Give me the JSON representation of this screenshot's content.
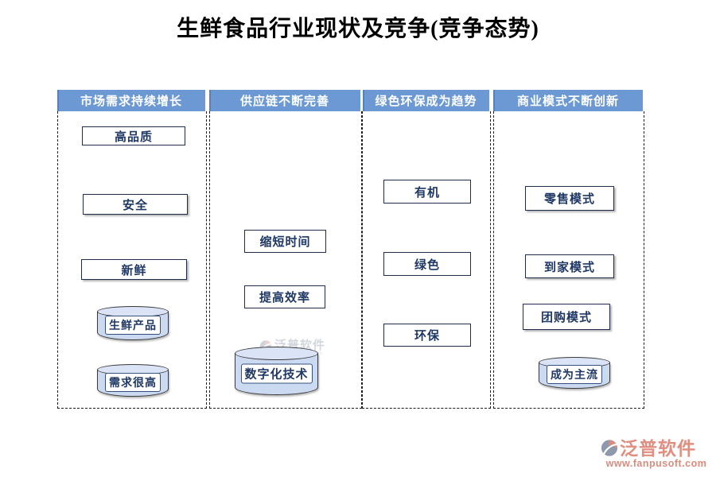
{
  "title": "生鲜食品行业现状及竞争(竞争态势)",
  "columns": [
    {
      "header": "市场需求持续增长",
      "boxes": [
        "高品质",
        "安全",
        "新鲜"
      ],
      "cylinders": [
        "生鲜产品",
        "需求很高"
      ]
    },
    {
      "header": "供应链不断完善",
      "boxes": [
        "缩短时间",
        "提高效率"
      ],
      "cylinders": [
        "数字化技术"
      ]
    },
    {
      "header": "绿色环保成为趋势",
      "boxes": [
        "有机",
        "绿色",
        "环保"
      ],
      "cylinders": []
    },
    {
      "header": "商业模式不断创新",
      "boxes": [
        "零售模式",
        "到家模式",
        "团购模式"
      ],
      "cylinders": [
        "成为主流"
      ]
    }
  ],
  "watermark": {
    "text": "泛普软件",
    "subtext": "www.fanpusoft.com"
  },
  "logo": {
    "name": "泛普软件",
    "url": "www.fanpusoft.com"
  },
  "colors": {
    "header_bg": "#6C99D3",
    "header_text": "#FFFFFF",
    "box_border": "#1F2C4D",
    "box_text": "#1F3864",
    "cylinder_fill": "#CBD9F1",
    "cylinder_top_fill": "#DAE4F6",
    "cylinder_border": "#3A3A3A",
    "logo_text": "#E18D80",
    "logo_url": "#DD8A7C"
  }
}
